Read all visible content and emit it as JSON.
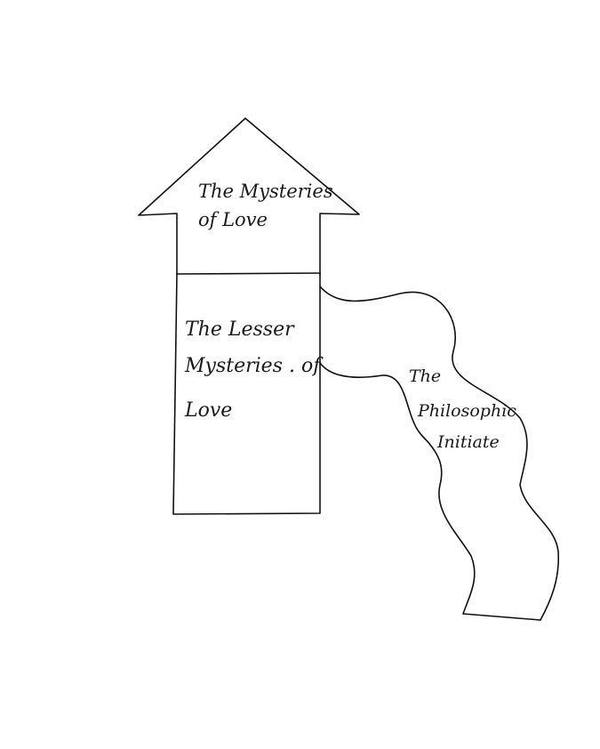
{
  "diagram": {
    "upper_label": [
      "The Mysteries",
      "of Love"
    ],
    "lower_label": [
      "The Lesser",
      "Mysteries . of",
      "Love"
    ],
    "river_label": [
      "The",
      "Philosophic",
      "Initiate"
    ],
    "colors": {
      "ink": "#111111",
      "background": "#ffffff"
    }
  }
}
